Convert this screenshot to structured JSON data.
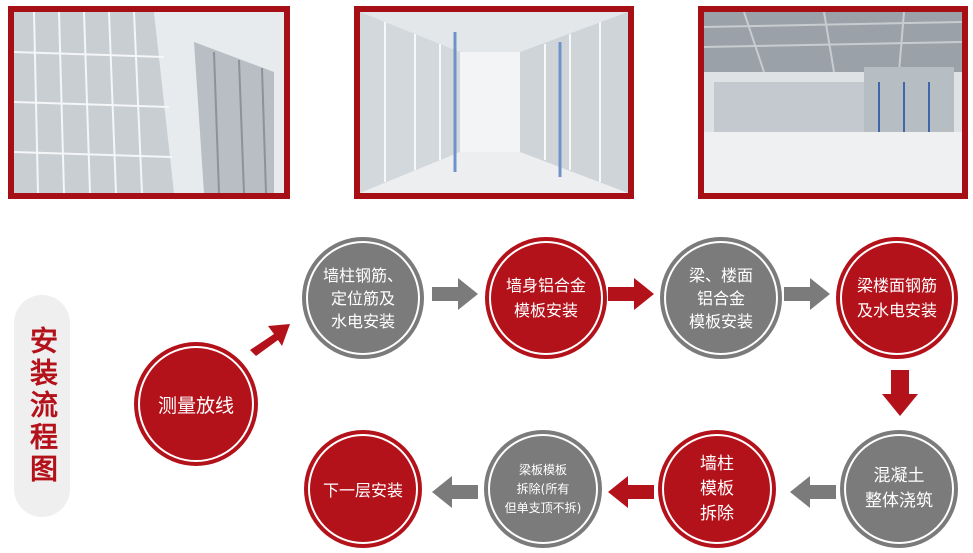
{
  "photos": [
    {
      "name": "photo-aluminum-formwork-room"
    },
    {
      "name": "photo-aluminum-formwork-corridor"
    },
    {
      "name": "photo-aluminum-formwork-floor"
    }
  ],
  "side_title": "安装流程图",
  "steps": [
    {
      "id": "s1",
      "label": "测量放线",
      "color": "red"
    },
    {
      "id": "s2",
      "label": "墙柱钢筋、\n定位筋及\n水电安装",
      "color": "grey"
    },
    {
      "id": "s3",
      "label": "墙身铝合金\n模板安装",
      "color": "red"
    },
    {
      "id": "s4",
      "label": "梁、楼面\n铝合金\n模板安装",
      "color": "grey"
    },
    {
      "id": "s5",
      "label": "梁楼面钢筋\n及水电安装",
      "color": "red"
    },
    {
      "id": "s6",
      "label": "混凝土\n整体浇筑",
      "color": "grey"
    },
    {
      "id": "s7",
      "label": "墙柱\n模板\n拆除",
      "color": "red"
    },
    {
      "id": "s8",
      "label": "梁板模板\n拆除(所有\n但单支顶不拆)",
      "color": "grey"
    },
    {
      "id": "s9",
      "label": "下一层安装",
      "color": "red"
    }
  ],
  "colors": {
    "red": "#b4121b",
    "grey": "#7b7b7b",
    "border": "#a50f15"
  }
}
